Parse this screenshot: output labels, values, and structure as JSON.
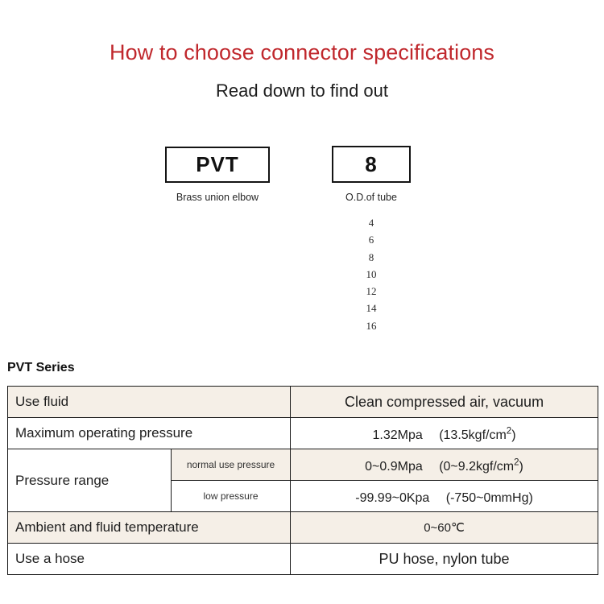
{
  "header": {
    "title": "How to choose connector specifications",
    "subtitle": "Read down to find out",
    "title_color": "#c0282d"
  },
  "selector": {
    "series_box": {
      "code": "PVT",
      "caption": "Brass union elbow"
    },
    "size_box": {
      "code": "8",
      "caption": "O.D.of tube",
      "options": [
        "4",
        "6",
        "8",
        "10",
        "12",
        "14",
        "16"
      ]
    }
  },
  "spec": {
    "section_title": "PVT Series",
    "tint_color": "#f5efe7",
    "rows": [
      {
        "label": "Use fluid",
        "sub": null,
        "value": "Clean compressed air, vacuum",
        "tinted": true
      },
      {
        "label": "Maximum operating pressure",
        "sub": null,
        "value": "1.32Mpa (13.5kgf/cm2)",
        "value_main": "1.32Mpa 　(13.5kgf/cm",
        "value_sup": "2",
        "value_tail": ")",
        "tinted": false
      },
      {
        "label": "Pressure range",
        "sub": "normal use pressure",
        "value": "0~0.9Mpa (0~9.2kgf/cm2)",
        "value_main": "0~0.9Mpa 　(0~9.2kgf/cm",
        "value_sup": "2",
        "value_tail": ")",
        "tinted": true
      },
      {
        "label": "",
        "sub": "low pressure",
        "value": "-99.99~0Kpa 　(-750~0mmHg)",
        "tinted": false
      },
      {
        "label": "Ambient and fluid temperature",
        "sub": null,
        "value": "0~60℃",
        "tinted": true
      },
      {
        "label": "Use a hose",
        "sub": null,
        "value": "PU hose, nylon tube",
        "tinted": false
      }
    ]
  }
}
